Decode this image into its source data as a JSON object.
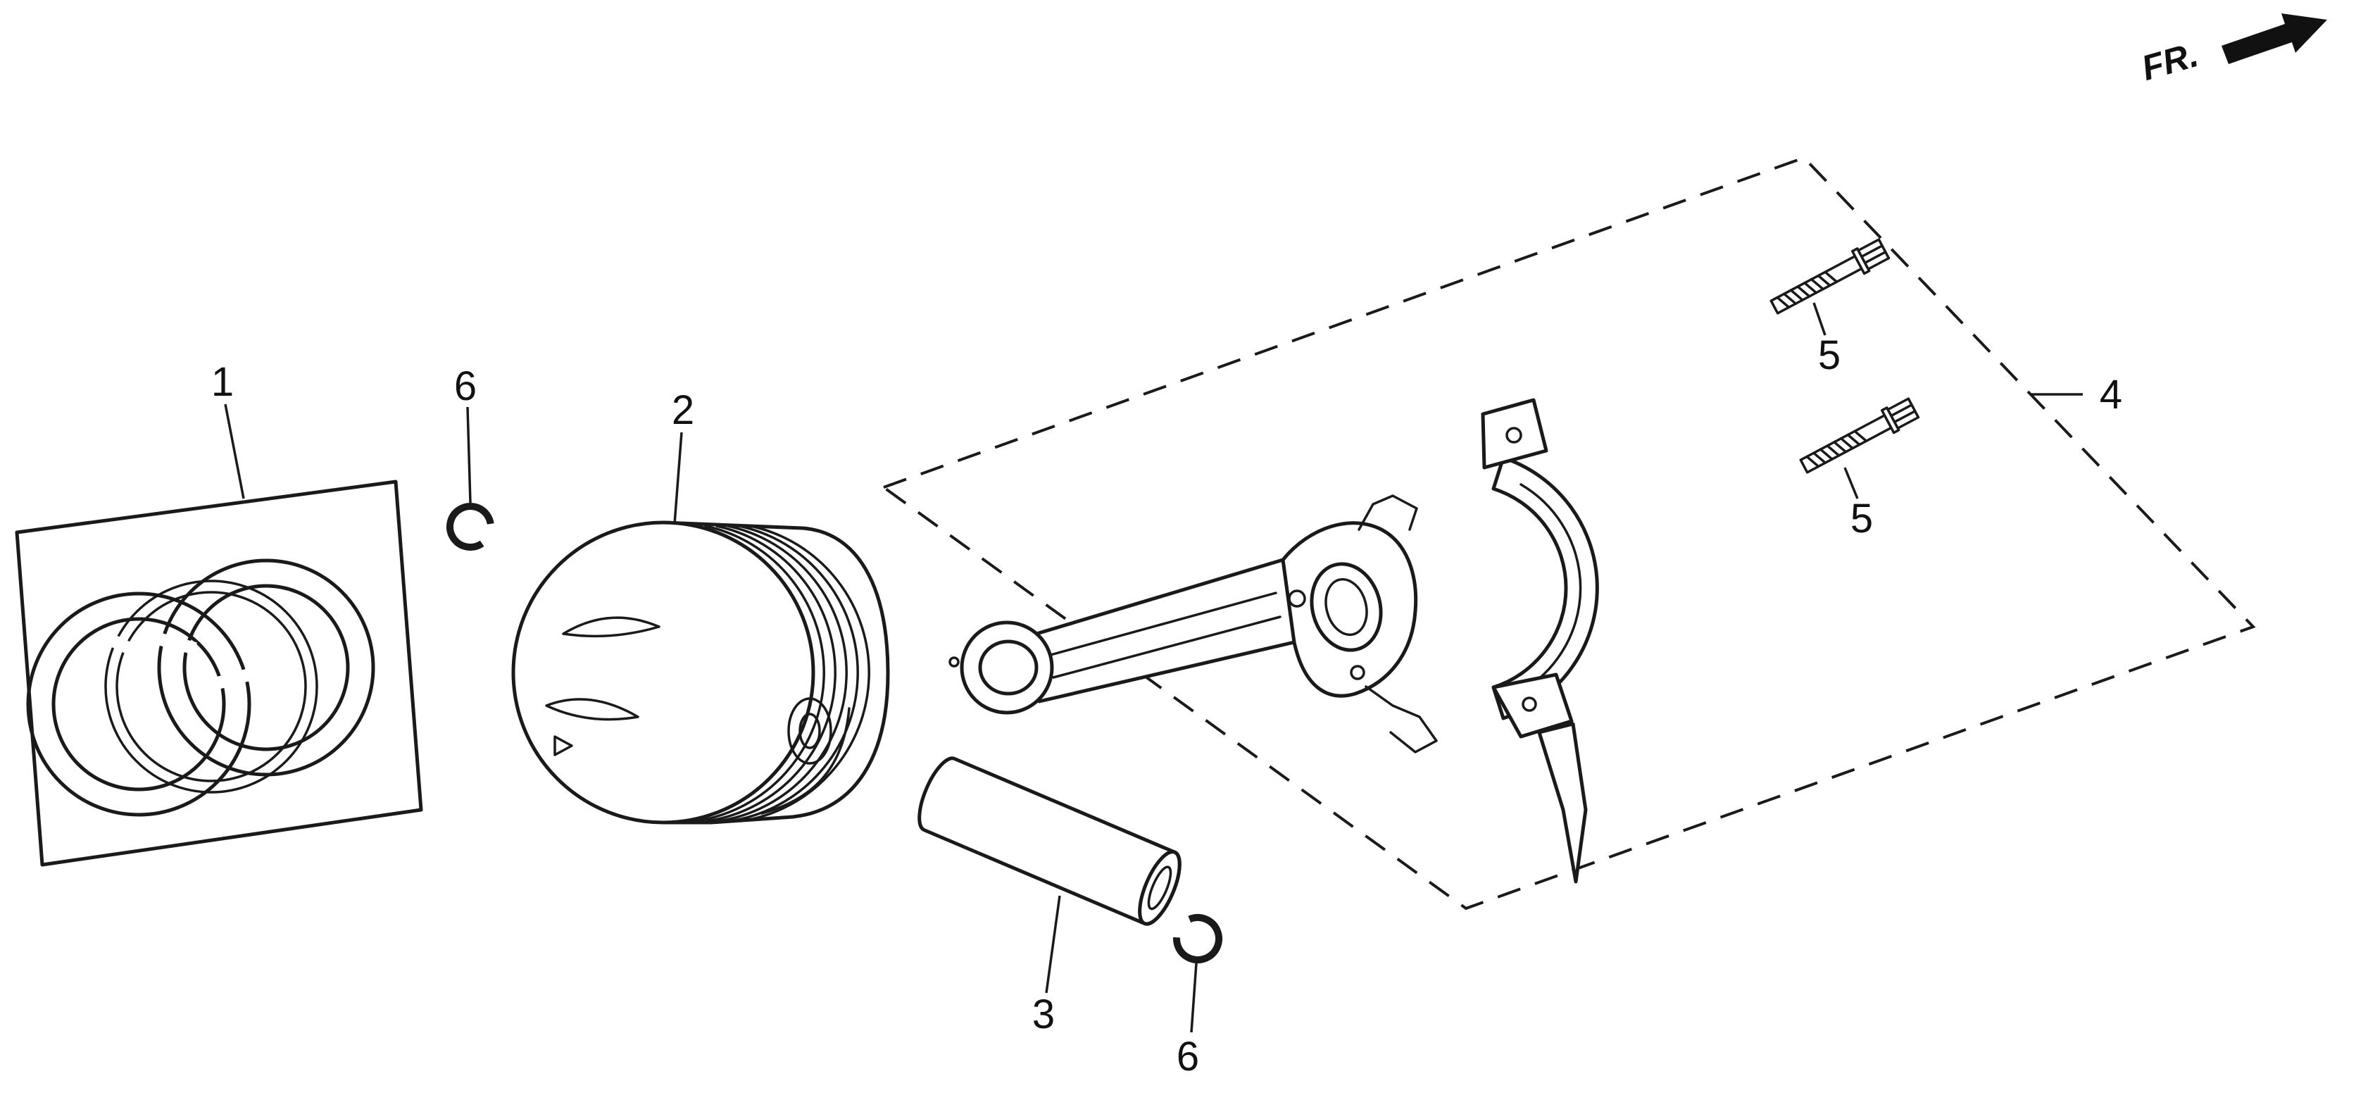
{
  "palette": {
    "background": "#ffffff",
    "line_ink": "#1a1a1a"
  },
  "direction_indicator": {
    "label": "FR."
  },
  "parts": [
    {
      "part": "piston-ring-set",
      "callout": "1"
    },
    {
      "part": "piston",
      "callout": "2"
    },
    {
      "part": "piston-pin",
      "callout": "3"
    },
    {
      "part": "connecting-rod-assembly",
      "callout": "4"
    },
    {
      "part": "connecting-rod-bolt-upper",
      "callout": "5"
    },
    {
      "part": "connecting-rod-bolt-lower",
      "callout": "5"
    },
    {
      "part": "piston-pin-clip-upper",
      "callout": "6"
    },
    {
      "part": "piston-pin-clip-lower",
      "callout": "6"
    }
  ]
}
